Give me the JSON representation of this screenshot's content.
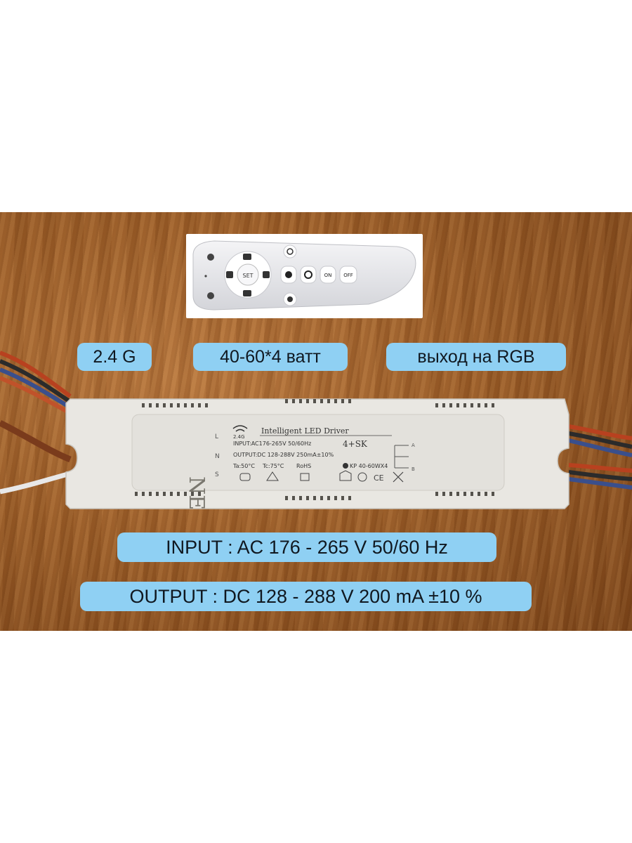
{
  "labels": {
    "wireless": "2.4 G",
    "power": "40-60*4 ватт",
    "rgb_output": "выход на RGB",
    "input_spec": "INPUT : AC 176 - 265 V  50/60 Hz",
    "output_spec": "OUTPUT : DC 128 - 288 V    200 mA ±10 %"
  },
  "driver_label": {
    "badge": "NEW",
    "wifi_band": "2.4G",
    "title": "Intelligent LED Driver",
    "input": "INPUT:AC176-265V 50/60Hz",
    "output": "OUTPUT:DC 128-288V 250mA±10%",
    "model": "4+SK",
    "ta": "Ta:50°C",
    "tc": "Tc:75°C",
    "rohs": "RoHS",
    "part": "KP 40-60WX4",
    "ce": "CE",
    "term_l": "L",
    "term_n": "N",
    "term_s": "S",
    "term_a": "A",
    "term_b": "B"
  },
  "remote": {
    "set_label": "SET",
    "on_label": "ON",
    "off_label": "OFF"
  },
  "colors": {
    "pill_bg": "#8fd0f3",
    "wood": "#9c5e28",
    "driver_body": "#e9e7e2"
  }
}
